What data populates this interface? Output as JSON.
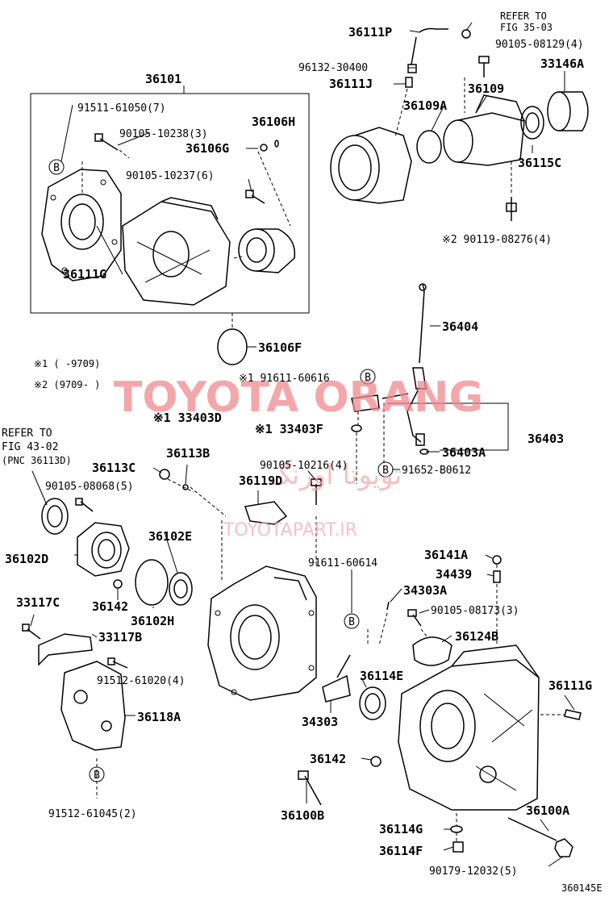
{
  "refs": {
    "fig3503_a": "REFER TO",
    "fig3503_b": "FIG 35-03",
    "fig4302_a": "REFER TO",
    "fig4302_b": "FIG 43-02",
    "fig4302_c": "(PNC 36113D)"
  },
  "notes": {
    "n1": "※1  (     -9709)",
    "n2": "※2  (9709-     )"
  },
  "watermark": {
    "main": "TOYOTA ORANG",
    "persian": "تویوتا اورنگ",
    "site": "TOYOTAPART.IR"
  },
  "figure_id": "360145E",
  "bullet": "B",
  "labels": {
    "p36101": "36101",
    "p91511_61050": "91511-61050(7)",
    "p90105_10238": "90105-10238(3)",
    "p36106H": "36106H",
    "p36106G": "36106G",
    "p90105_10237": "90105-10237(6)",
    "p36111G_top": "36111G",
    "p36106F": "36106F",
    "p36111P": "36111P",
    "p90105_08129": "90105-08129(4)",
    "p96132_30400": "96132-30400",
    "p33146A": "33146A",
    "p36111J": "36111J",
    "p36109": "36109",
    "p36109A": "36109A",
    "p36115C": "36115C",
    "p90119_08276": "※2 90119-08276(4)",
    "p36404": "36404",
    "p91611_60616": "※1 91611-60616",
    "p33403D": "※1 33403D",
    "p33403F": "※1 33403F",
    "p36403": "36403",
    "p36403A": "36403A",
    "p91652_B0612": "91652-B0612",
    "p36113B": "36113B",
    "p36113C": "36113C",
    "p90105_10216": "90105-10216(4)",
    "p36119D": "36119D",
    "p90105_08068": "90105-08068(5)",
    "p36102E": "36102E",
    "p36102D": "36102D",
    "p36142_a": "36142",
    "p36102H": "36102H",
    "p33117C": "33117C",
    "p33117B": "33117B",
    "p91512_61020": "91512-61020(4)",
    "p36118A": "36118A",
    "p91512_61045": "91512-61045(2)",
    "p91611_60614": "91611-60614",
    "p36141A": "36141A",
    "p34439": "34439",
    "p34303A": "34303A",
    "p90105_08173": "90105-08173(3)",
    "p36124B": "36124B",
    "p36114E": "36114E",
    "p36111G_b": "36111G",
    "p34303": "34303",
    "p36142_b": "36142",
    "p36100B": "36100B",
    "p36100A": "36100A",
    "p36114G": "36114G",
    "p36114F": "36114F",
    "p90179_12032": "90179-12032(5)"
  }
}
